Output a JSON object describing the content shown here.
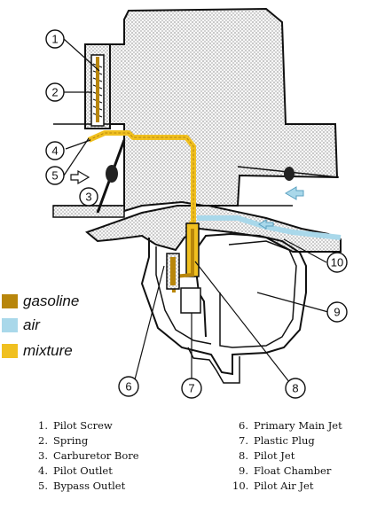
{
  "callouts": [
    "1",
    "2",
    "3",
    "4",
    "5",
    "6",
    "7",
    "8",
    "9",
    "10"
  ],
  "legend": [
    {
      "label": "gasoline",
      "color": "#b8860b"
    },
    {
      "label": "air",
      "color": "#a9d8ea"
    },
    {
      "label": "mixture",
      "color": "#f0c020"
    }
  ],
  "parts_left": [
    {
      "num": "1.",
      "name": "Pilot Screw"
    },
    {
      "num": "2.",
      "name": "Spring"
    },
    {
      "num": "3.",
      "name": "Carburetor Bore"
    },
    {
      "num": "4.",
      "name": "Pilot Outlet"
    },
    {
      "num": "5.",
      "name": "Bypass Outlet"
    }
  ],
  "parts_right": [
    {
      "num": "6.",
      "name": "Primary Main Jet"
    },
    {
      "num": "7.",
      "name": "Plastic Plug"
    },
    {
      "num": "8.",
      "name": "Pilot Jet"
    },
    {
      "num": "9.",
      "name": "Float Chamber"
    },
    {
      "num": "10.",
      "name": "Pilot Air Jet"
    }
  ]
}
